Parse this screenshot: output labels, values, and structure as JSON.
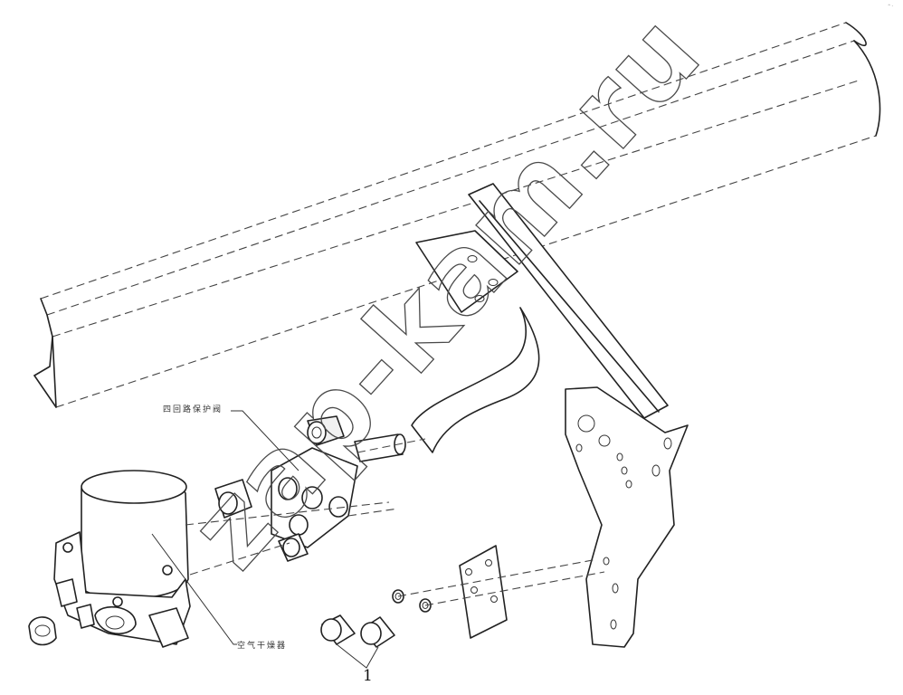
{
  "labels": {
    "protection_valve": "四回路保护阀",
    "air_dryer": "空气干燥器",
    "ref_number": "1",
    "corner_mark": "^ -"
  },
  "watermark": "zap-kam.ru",
  "colors": {
    "line": "#222222",
    "background": "#ffffff"
  }
}
